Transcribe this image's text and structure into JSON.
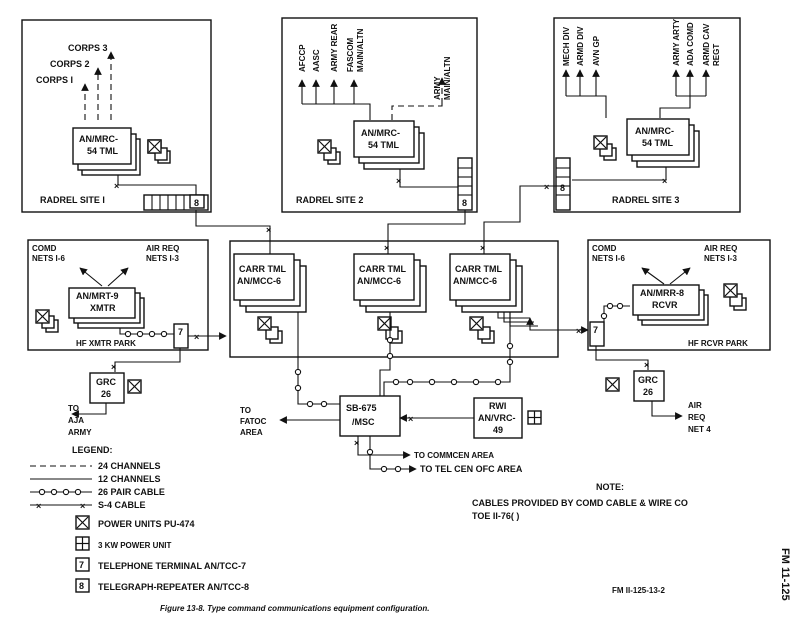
{
  "sites": {
    "radrel1": {
      "label": "RADREL SITE I",
      "corps": [
        "CORPS 3",
        "CORPS 2",
        "CORPS I"
      ],
      "terminal": [
        "AN/MRC-",
        "54 TML"
      ]
    },
    "radrel2": {
      "label": "RADREL SITE 2",
      "units": [
        "AFCCP",
        "AASC",
        "ARMY REAR",
        "FASCOM",
        "MAIN/ALTN",
        "ARMY",
        "MAIN/ALTN"
      ],
      "terminal": [
        "AN/MRC-",
        "54 TML"
      ]
    },
    "radrel3": {
      "label": "RADREL SITE 3",
      "units": [
        "MECH DIV",
        "ARMD DIV",
        "AVN GP",
        "ARMY ARTY",
        "ADA COMD",
        "ARMD CAV",
        "REGT"
      ],
      "terminal": [
        "AN/MRC-",
        "54 TML"
      ]
    }
  },
  "carrier": {
    "line1": "CARR TML",
    "line2": "AN/MCC-6"
  },
  "hf_xmtr": {
    "left_nets": [
      "COMD",
      "NETS I-6"
    ],
    "right_nets": [
      "AIR REQ",
      "NETS I-3"
    ],
    "radio": [
      "AN/MRT-9",
      "XMTR"
    ],
    "label": "HF XMTR PARK"
  },
  "hf_rcvr": {
    "left_nets": [
      "COMD",
      "NETS I-6"
    ],
    "right_nets": [
      "AIR REQ",
      "NETS I-3"
    ],
    "radio": [
      "AN/MRR-8",
      "RCVR"
    ],
    "label": "HF RCVR PARK"
  },
  "grc_left": {
    "lines": [
      "GRC",
      "26"
    ],
    "dest": [
      "TO",
      "AJA",
      "ARMY"
    ]
  },
  "grc_right": {
    "lines": [
      "GRC",
      "26"
    ],
    "dest": [
      "AIR",
      "REQ",
      "NET 4"
    ]
  },
  "switch": {
    "lines": [
      "SB-675",
      "/MSC"
    ],
    "fatoc": [
      "TO",
      "FATOC",
      "AREA"
    ],
    "commcen": "TO COMMCEN AREA",
    "telcen": "TO TEL CEN OFC AREA"
  },
  "rwi": {
    "lines": [
      "RWI",
      "AN/VRC-",
      "49"
    ]
  },
  "markers": {
    "seven": "7",
    "eight": "8"
  },
  "legend": {
    "title": "LEGEND:",
    "items": [
      "24 CHANNELS",
      "12 CHANNELS",
      "26 PAIR CABLE",
      "S-4 CABLE",
      "POWER UNITS PU-474",
      "3 KW POWER UNIT",
      "TELEPHONE TERMINAL AN/TCC-7",
      "TELEGRAPH-REPEATER AN/TCC-8"
    ]
  },
  "note": {
    "title": "NOTE:",
    "lines": [
      "CABLES PROVIDED BY COMD CABLE & WIRE CO",
      "TOE II-76( )"
    ]
  },
  "fig_id": "FM II-125-13-2",
  "caption": "Figure 13-8. Type command communications equipment configuration.",
  "page_ref": "FM 11-125"
}
